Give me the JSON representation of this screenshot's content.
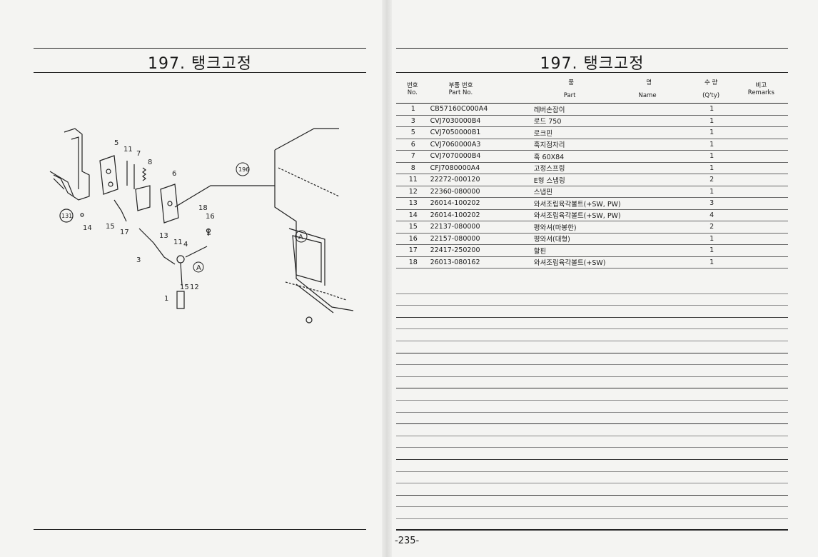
{
  "left_page": {
    "title": "197. 탱크고정",
    "callouts": [
      "5",
      "11",
      "7",
      "8",
      "6",
      "18",
      "16",
      "131",
      "14",
      "15",
      "17",
      "13",
      "11",
      "4",
      "3",
      "A",
      "15",
      "12",
      "1",
      "196",
      "A"
    ]
  },
  "right_page": {
    "title": "197. 탱크고정",
    "headers": {
      "no_kr": "번호",
      "no_en": "No.",
      "part_kr": "부품 번호",
      "part_en": "Part No.",
      "name_kr_1": "품",
      "name_kr_2": "명",
      "name_en_1": "Part",
      "name_en_2": "Name",
      "qty_kr": "수 량",
      "qty_en": "(Q'ty)",
      "rem_kr": "비고",
      "rem_en": "Remarks"
    },
    "rows": [
      {
        "no": "1",
        "part": "CB57160C000A4",
        "name": "레버손잡이",
        "qty": "1"
      },
      {
        "no": "3",
        "part": "CVJ7030000B4",
        "name": "로드 750",
        "qty": "1"
      },
      {
        "no": "5",
        "part": "CVJ7050000B1",
        "name": "로크핀",
        "qty": "1"
      },
      {
        "no": "6",
        "part": "CVJ7060000A3",
        "name": "훅지점자리",
        "qty": "1"
      },
      {
        "no": "7",
        "part": "CVJ7070000B4",
        "name": "훅 60X84",
        "qty": "1"
      },
      {
        "no": "8",
        "part": "CFJ7080000A4",
        "name": "고정스프링",
        "qty": "1"
      },
      {
        "no": "11",
        "part": "22272-000120",
        "name": "E형 스냅링",
        "qty": "2"
      },
      {
        "no": "12",
        "part": "22360-080000",
        "name": "스냅핀",
        "qty": "1"
      },
      {
        "no": "13",
        "part": "26014-100202",
        "name": "와셔조립육각볼트(+SW, PW)",
        "qty": "3"
      },
      {
        "no": "14",
        "part": "26014-100202",
        "name": "와셔조립육각볼트(+SW, PW)",
        "qty": "4"
      },
      {
        "no": "15",
        "part": "22137-080000",
        "name": "평와셔(마봉한)",
        "qty": "2"
      },
      {
        "no": "16",
        "part": "22157-080000",
        "name": "평와셔(대형)",
        "qty": "1"
      },
      {
        "no": "17",
        "part": "22417-250200",
        "name": "할핀",
        "qty": "1"
      },
      {
        "no": "18",
        "part": "26013-080162",
        "name": "와셔조립육각볼트(+SW)",
        "qty": "1"
      }
    ],
    "page_number": "-235-"
  }
}
